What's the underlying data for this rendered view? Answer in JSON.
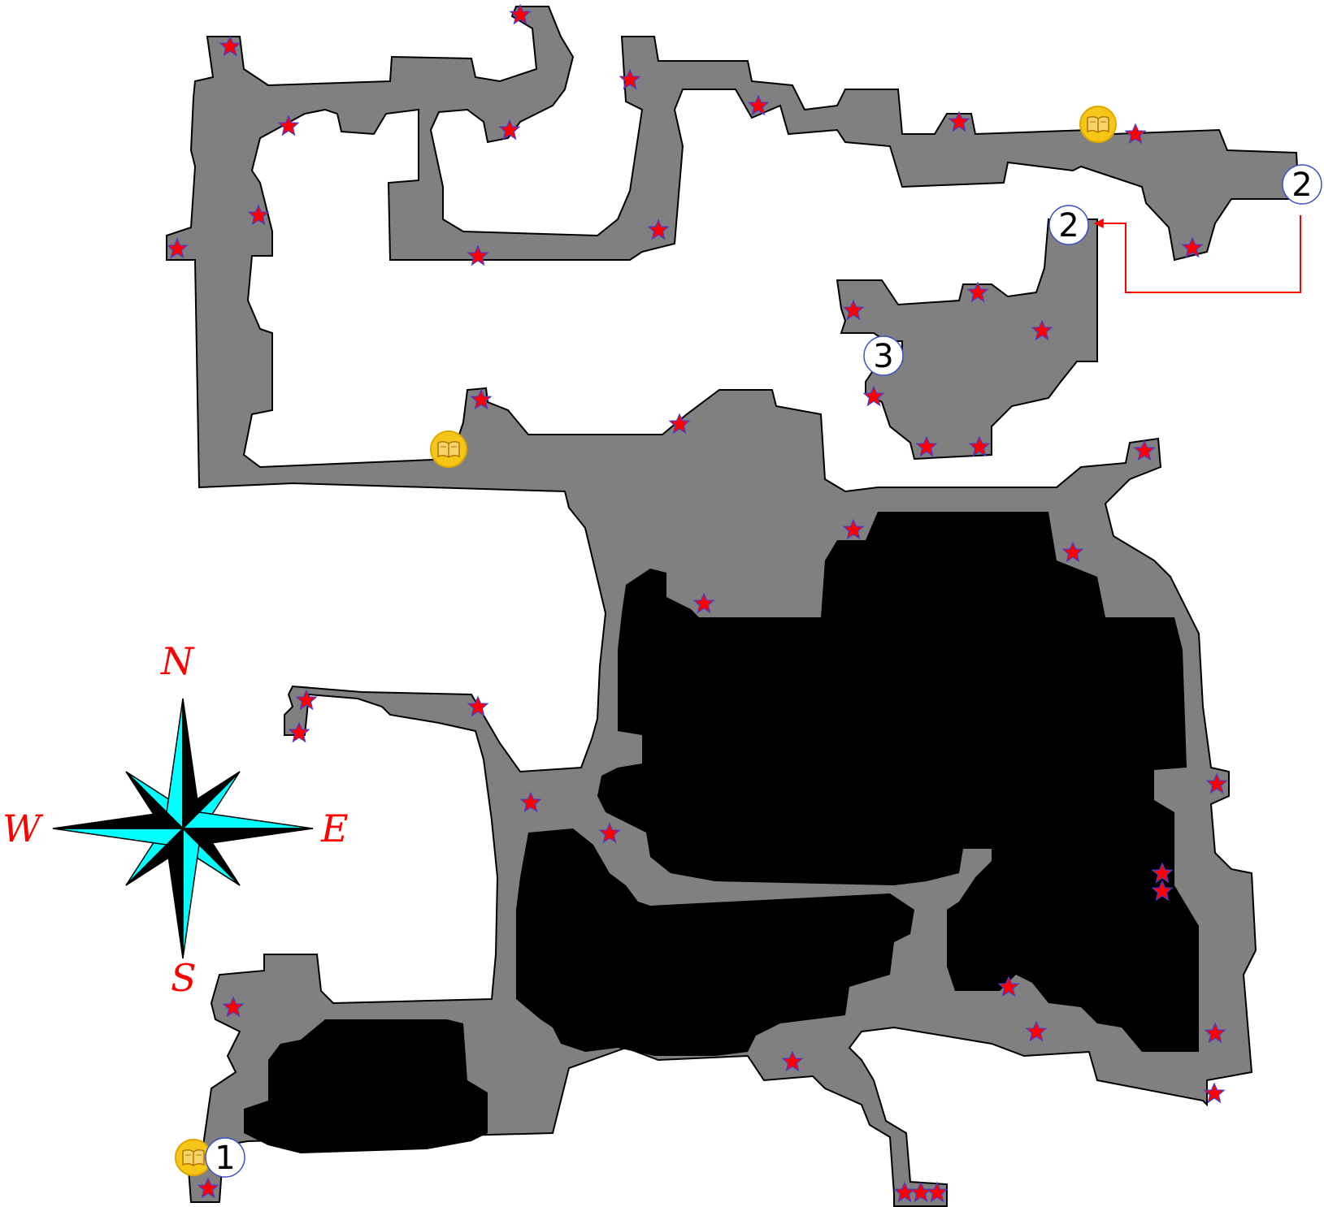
{
  "map": {
    "cave_fill": "#808080",
    "cave_stroke": "#000000",
    "wall_fill": "#000000",
    "background": "#ffffff"
  },
  "compass": {
    "north": "N",
    "south": "S",
    "east": "E",
    "west": "W",
    "letter_color": "#ff0000",
    "point_color": "#00ffff"
  },
  "markers": {
    "star_fill": "#ff0000",
    "star_outline": "#4b3cc8",
    "star_icon": "star-icon",
    "book_icon": "book-icon",
    "book_color": "#f5c518",
    "warp_labels": [
      "1",
      "2",
      "2",
      "3"
    ],
    "route_color": "#ff0000"
  }
}
